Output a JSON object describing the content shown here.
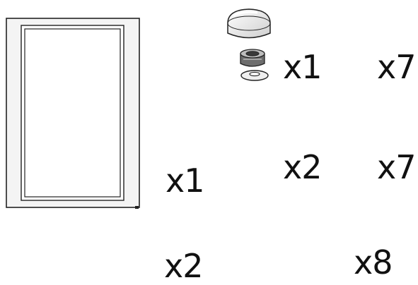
{
  "parts": {
    "panel": {
      "quantity": "x1",
      "icon": "mirror-panel-icon"
    },
    "cap": {
      "quantity": "x1",
      "icon": "cover-cap-icon"
    },
    "screw": {
      "quantity": "x7",
      "icon": "screw-icon"
    },
    "bracket": {
      "quantity": "x2",
      "icon": "mounting-bracket-icon"
    },
    "anchor": {
      "quantity": "x7",
      "icon": "wall-plug-icon"
    },
    "strip": {
      "quantity": "x2",
      "icon": "trim-strip-icon"
    },
    "clip": {
      "quantity": "x8",
      "icon": "support-clip-icon"
    }
  },
  "colors": {
    "line": "#222222",
    "fill_light": "#f4f4f4",
    "fill_mid": "#d9d9d9",
    "fill_dark": "#555555"
  }
}
